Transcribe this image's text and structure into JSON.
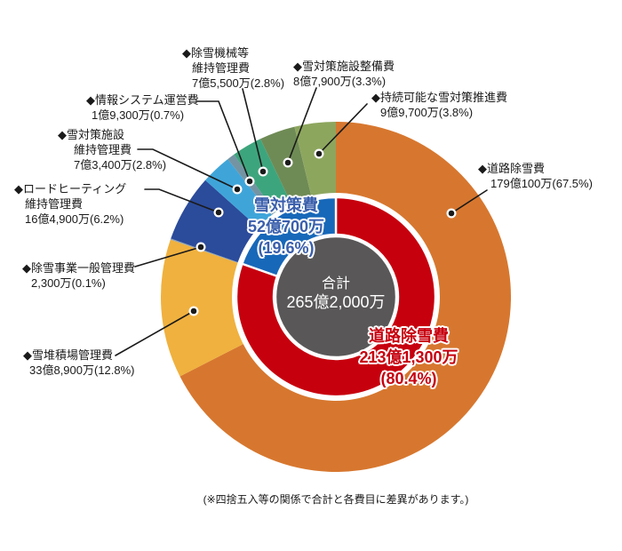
{
  "chart_data": {
    "type": "donut",
    "center": {
      "label": "合計",
      "value": "265億2,000万"
    },
    "outer_ring": {
      "segments": [
        {
          "label": "道路除雪費",
          "amount": "179億100万",
          "pct": 67.5,
          "color": "#D7772F"
        },
        {
          "label": "雪堆積場管理費",
          "amount": "33億8,900万",
          "pct": 12.8,
          "color": "#F0B13E"
        },
        {
          "label": "除雪事業一般管理費",
          "amount": "2,300万",
          "pct": 0.1,
          "color": "#8FA3B0"
        },
        {
          "label": "ロードヒーティング維持管理費",
          "amount": "16億4,900万",
          "pct": 6.2,
          "color": "#2B4B9B"
        },
        {
          "label": "雪対策施設維持管理費",
          "amount": "7億3,400万",
          "pct": 2.8,
          "color": "#3FA5D9"
        },
        {
          "label": "情報システム運営費",
          "amount": "1億9,300万",
          "pct": 0.7,
          "color": "#7494A3"
        },
        {
          "label": "除雪機械等維持管理費",
          "amount": "7億5,500万",
          "pct": 2.8,
          "color": "#3DA57D"
        },
        {
          "label": "雪対策施設整備費",
          "amount": "8億7,900万",
          "pct": 3.3,
          "color": "#6F8B55"
        },
        {
          "label": "持続可能な雪対策推進費",
          "amount": "9億9,700万",
          "pct": 3.8,
          "color": "#8DA65E"
        }
      ]
    },
    "inner_ring": {
      "segments": [
        {
          "label": "道路除雪費",
          "amount": "213億1,300万",
          "pct": 80.4,
          "color": "#C7000E"
        },
        {
          "label": "雪対策費",
          "amount": "52億700万",
          "pct": 19.6,
          "color": "#1768B9"
        }
      ]
    },
    "hub_color": "#595757",
    "note": "(※四捨五入等の関係で合計と各費目に差異があります。)"
  },
  "callouts": {
    "jyosetsu_kikai": {
      "l1": "◆除雪機械等",
      "l2": "維持管理費",
      "l3": "7億5,500万(2.8%)"
    },
    "seibi": {
      "l1": "◆雪対策施設整備費",
      "l2": "8億7,900万(3.3%)"
    },
    "jizoku": {
      "l1": "◆持続可能な雪対策推進費",
      "l2": "9億9,700万(3.8%)"
    },
    "joho": {
      "l1": "◆情報システム運営費",
      "l2": "1億9,300万(0.7%)"
    },
    "iji": {
      "l1": "◆雪対策施設",
      "l2": "維持管理費",
      "l3": "7億3,400万(2.8%)"
    },
    "road_heating": {
      "l1": "◆ロードヒーティング",
      "l2": "維持管理費",
      "l3": "16億4,900万(6.2%)"
    },
    "ippan": {
      "l1": "◆除雪事業一般管理費",
      "l2": "2,300万(0.1%)"
    },
    "yukitaisekijo": {
      "l1": "◆雪堆積場管理費",
      "l2": "33億8,900万(12.8%)"
    },
    "doro": {
      "l1": "◆道路除雪費",
      "l2": "179億100万(67.5%)"
    }
  },
  "inner_labels": {
    "yuki": {
      "l1": "雪対策費",
      "l2": "52億700万",
      "l3": "(19.6%)",
      "color": "#3A5FAC"
    },
    "doro": {
      "l1": "道路除雪費",
      "l2": "213億1,300万",
      "l3": "(80.4%)",
      "color": "#C7000E"
    }
  }
}
